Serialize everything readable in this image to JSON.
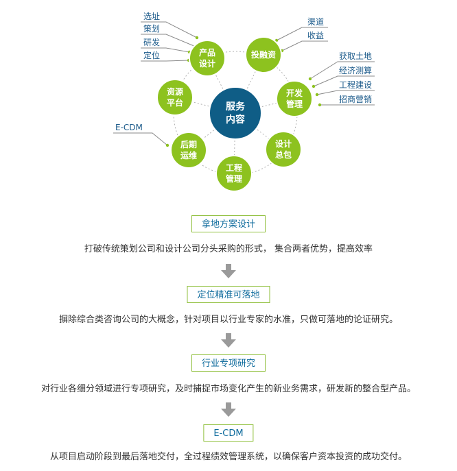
{
  "diagram": {
    "center": {
      "line1": "服务",
      "line2": "内容"
    },
    "nodes": [
      {
        "id": "product",
        "line1": "产品",
        "line2": "设计"
      },
      {
        "id": "invest",
        "line1": "投融资",
        "line2": ""
      },
      {
        "id": "dev",
        "line1": "开发",
        "line2": "管理"
      },
      {
        "id": "design",
        "line1": "设计",
        "line2": "总包"
      },
      {
        "id": "eng",
        "line1": "工程",
        "line2": "管理"
      },
      {
        "id": "ops",
        "line1": "后期",
        "line2": "运维"
      },
      {
        "id": "resource",
        "line1": "资源",
        "line2": "平台"
      }
    ],
    "labels": {
      "product": [
        "选址",
        "策划",
        "研发",
        "定位"
      ],
      "invest": [
        "渠道",
        "收益"
      ],
      "dev": [
        "获取土地",
        "经济测算",
        "工程建设",
        "招商营销"
      ],
      "ops": [
        "E-CDM"
      ]
    }
  },
  "flow": [
    {
      "title": "拿地方案设计",
      "desc": "打破传统策划公司和设计公司分头采购的形式， 集合两者优势，提高效率"
    },
    {
      "title": "定位精准可落地",
      "desc": "摒除综合类咨询公司的大概念，针对项目以行业专家的水准，只做可落地的论证研究。"
    },
    {
      "title": "行业专项研究",
      "desc": "对行业各细分领域进行专项研究，及时捕捉市场变化产生的新业务需求，研发新的整合型产品。"
    },
    {
      "title": "E-CDM",
      "desc": "从项目启动阶段到最后落地交付，全过程绩效管理系统，以确保客户资本投资的成功交付。"
    }
  ],
  "colors": {
    "center": "#0f5d86",
    "node": "#8dc21f",
    "box_border": "#8fbf3b",
    "title": "#0d6a9c",
    "arrow": "#9a9a9a"
  }
}
